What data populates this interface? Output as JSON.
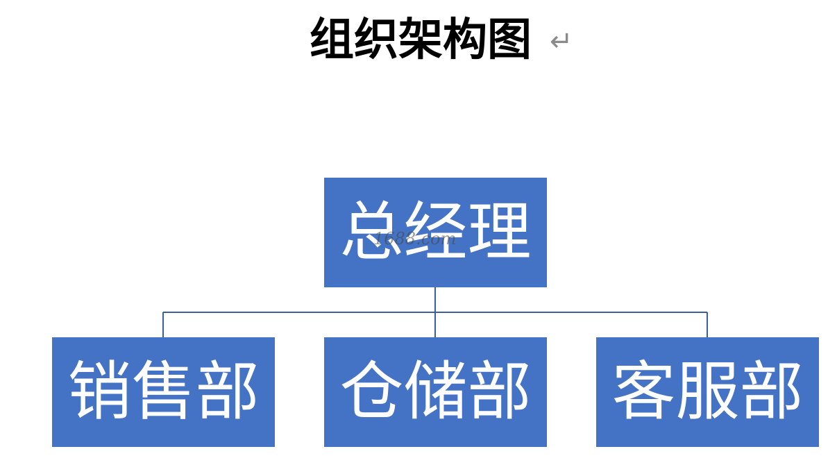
{
  "document": {
    "title": "组织架构图",
    "paragraph_mark": "↵"
  },
  "org_chart": {
    "root": {
      "label": "总经理"
    },
    "children": [
      {
        "label": "销售部"
      },
      {
        "label": "仓储部"
      },
      {
        "label": "客服部"
      }
    ],
    "box_color": "#4472c4",
    "text_color": "#ffffff",
    "connector_color": "#3b5f99"
  },
  "watermark": {
    "text": "1688.com"
  }
}
